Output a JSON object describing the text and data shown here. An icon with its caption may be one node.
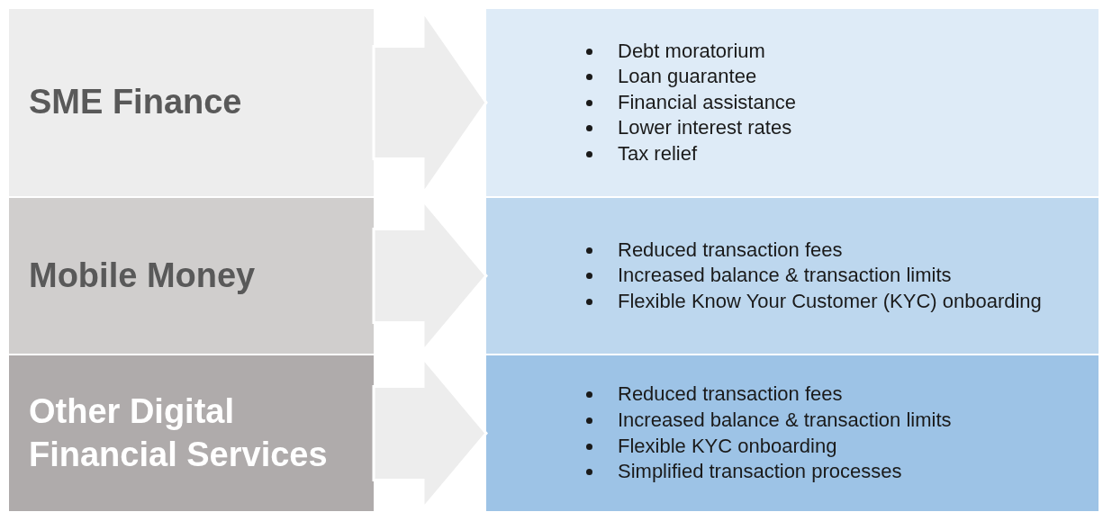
{
  "diagram": {
    "nodes": [
      {
        "text": [
          "SME Finance"
        ]
      },
      {
        "text": [
          "Debt moratorium",
          "Loan guarantee",
          "Financial assistance",
          "Lower interest rates",
          "Tax relief"
        ]
      },
      {
        "text": [
          "Mobile Money"
        ]
      },
      {
        "text": [
          "Reduced transaction fees",
          "Increased balance & transaction limits",
          "Flexible Know Your Customer (KYC) onboarding"
        ]
      },
      {
        "text": [
          "Other Digital Financial Services"
        ]
      },
      {
        "text": [
          "Reduced transaction fees",
          "Increased balance & transaction limits",
          "Flexible KYC onboarding",
          "Simplified transaction processes"
        ]
      }
    ],
    "edges": [
      {
        "from": 0,
        "to": 1,
        "arrow": "to"
      },
      {
        "from": 2,
        "to": 3,
        "arrow": "to"
      },
      {
        "from": 4,
        "to": 5,
        "arrow": "to"
      }
    ]
  }
}
